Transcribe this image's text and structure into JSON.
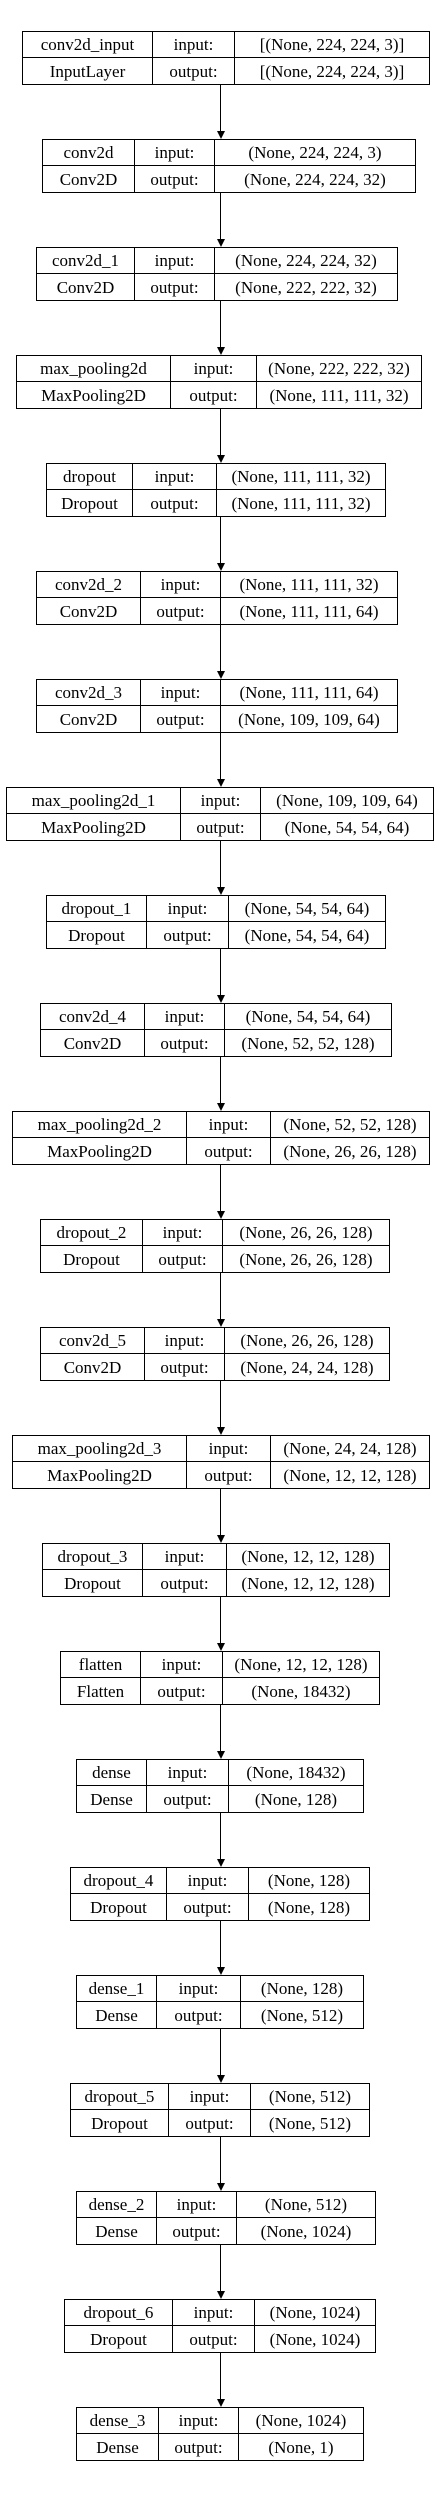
{
  "labels": {
    "input": "input:",
    "output": "output:"
  },
  "layers": [
    {
      "name": "conv2d_input",
      "type": "InputLayer",
      "input": "[(None, 224, 224, 3)]",
      "output": "[(None, 224, 224, 3)]"
    },
    {
      "name": "conv2d",
      "type": "Conv2D",
      "input": "(None, 224, 224, 3)",
      "output": "(None, 224, 224, 32)"
    },
    {
      "name": "conv2d_1",
      "type": "Conv2D",
      "input": "(None, 224, 224, 32)",
      "output": "(None, 222, 222, 32)"
    },
    {
      "name": "max_pooling2d",
      "type": "MaxPooling2D",
      "input": "(None, 222, 222, 32)",
      "output": "(None, 111, 111, 32)"
    },
    {
      "name": "dropout",
      "type": "Dropout",
      "input": "(None, 111, 111, 32)",
      "output": "(None, 111, 111, 32)"
    },
    {
      "name": "conv2d_2",
      "type": "Conv2D",
      "input": "(None, 111, 111, 32)",
      "output": "(None, 111, 111, 64)"
    },
    {
      "name": "conv2d_3",
      "type": "Conv2D",
      "input": "(None, 111, 111, 64)",
      "output": "(None, 109, 109, 64)"
    },
    {
      "name": "max_pooling2d_1",
      "type": "MaxPooling2D",
      "input": "(None, 109, 109, 64)",
      "output": "(None, 54, 54, 64)"
    },
    {
      "name": "dropout_1",
      "type": "Dropout",
      "input": "(None, 54, 54, 64)",
      "output": "(None, 54, 54, 64)"
    },
    {
      "name": "conv2d_4",
      "type": "Conv2D",
      "input": "(None, 54, 54, 64)",
      "output": "(None, 52, 52, 128)"
    },
    {
      "name": "max_pooling2d_2",
      "type": "MaxPooling2D",
      "input": "(None, 52, 52, 128)",
      "output": "(None, 26, 26, 128)"
    },
    {
      "name": "dropout_2",
      "type": "Dropout",
      "input": "(None, 26, 26, 128)",
      "output": "(None, 26, 26, 128)"
    },
    {
      "name": "conv2d_5",
      "type": "Conv2D",
      "input": "(None, 26, 26, 128)",
      "output": "(None, 24, 24, 128)"
    },
    {
      "name": "max_pooling2d_3",
      "type": "MaxPooling2D",
      "input": "(None, 24, 24, 128)",
      "output": "(None, 12, 12, 128)"
    },
    {
      "name": "dropout_3",
      "type": "Dropout",
      "input": "(None, 12, 12, 128)",
      "output": "(None, 12, 12, 128)"
    },
    {
      "name": "flatten",
      "type": "Flatten",
      "input": "(None, 12, 12, 128)",
      "output": "(None, 18432)"
    },
    {
      "name": "dense",
      "type": "Dense",
      "input": "(None, 18432)",
      "output": "(None, 128)"
    },
    {
      "name": "dropout_4",
      "type": "Dropout",
      "input": "(None, 128)",
      "output": "(None, 128)"
    },
    {
      "name": "dense_1",
      "type": "Dense",
      "input": "(None, 128)",
      "output": "(None, 512)"
    },
    {
      "name": "dropout_5",
      "type": "Dropout",
      "input": "(None, 512)",
      "output": "(None, 512)"
    },
    {
      "name": "dense_2",
      "type": "Dense",
      "input": "(None, 512)",
      "output": "(None, 1024)"
    },
    {
      "name": "dropout_6",
      "type": "Dropout",
      "input": "(None, 1024)",
      "output": "(None, 1024)"
    },
    {
      "name": "dense_3",
      "type": "Dense",
      "input": "(None, 1024)",
      "output": "(None, 1)"
    }
  ]
}
